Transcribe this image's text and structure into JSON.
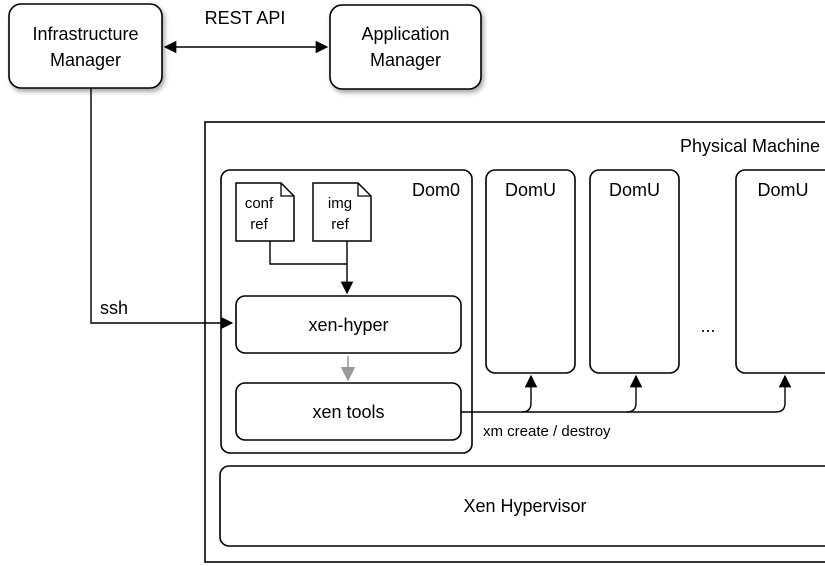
{
  "nodes": {
    "infrastructure_manager": [
      "Infrastructure",
      "Manager"
    ],
    "application_manager": [
      "Application",
      "Manager"
    ],
    "physical_machine": "Physical Machine",
    "dom0": "Dom0",
    "conf_ref": [
      "conf",
      "ref"
    ],
    "img_ref": [
      "img",
      "ref"
    ],
    "xen_hyper": "xen-hyper",
    "xen_tools": "xen tools",
    "domu": [
      "DomU",
      "DomU",
      "DomU"
    ],
    "ellipsis": "...",
    "xen_hypervisor": "Xen Hypervisor"
  },
  "edges": {
    "rest_api": "REST API",
    "ssh": "ssh",
    "xm_create": "xm create / destroy"
  },
  "colors": {
    "stroke": "#000000",
    "gray_arrow": "#999999",
    "background": "#ffffff"
  }
}
